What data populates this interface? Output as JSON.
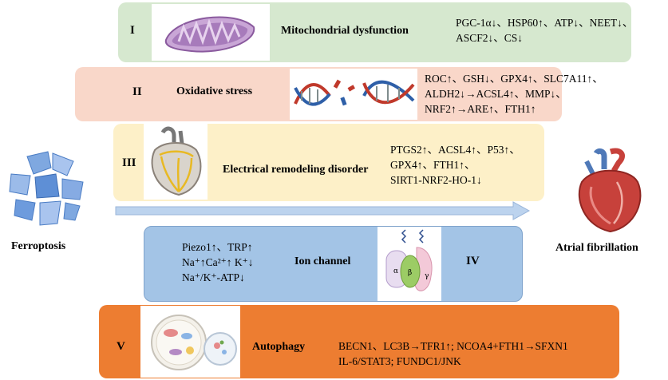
{
  "side_labels": {
    "left": "Ferroptosis",
    "right": "Atrial fibrillation"
  },
  "panels": [
    {
      "numeral": "I",
      "title": "Mitochondrial dysfunction",
      "markers": [
        "PGC-1α↓、HSP60↑、ATP↓、NEET↓、",
        "ASCF2↓、CS↓"
      ],
      "color": "#d6e8cf"
    },
    {
      "numeral": "II",
      "title": "Oxidative stress",
      "markers": [
        "ROC↑、GSH↓、GPX4↑、SLC7A11↑、",
        "ALDH2↓→ACSL4↑、MMP↓、",
        "NRF2↑→ARE↑、FTH1↑"
      ],
      "color": "#f9d7c9"
    },
    {
      "numeral": "III",
      "title": "Electrical remodeling disorder",
      "markers": [
        "PTGS2↑、ACSL4↑、P53↑、",
        "GPX4↑、FTH1↑、",
        "SIRT1-NRF2-HO-1↓"
      ],
      "color": "#fdf0c8"
    },
    {
      "numeral": "IV",
      "title": "Ion channel",
      "markers": [
        "Piezo1↑、TRP↑",
        "Na⁺↑Ca²⁺↑ K⁺↓",
        "Na⁺/K⁺-ATP↓"
      ],
      "color": "#a3c4e6",
      "protein_labels": [
        "α",
        "β",
        "γ"
      ]
    },
    {
      "numeral": "V",
      "title": "Autophagy",
      "markers": [
        "BECN1、LC3B→TFR1↑; NCOA4+FTH1→SFXN1",
        "IL-6/STAT3; FUNDC1/JNK"
      ],
      "color": "#ed7d31"
    }
  ],
  "colors": {
    "arrow": "#bcd3ee",
    "mito": "#b48ac4",
    "heart_red": "#c7413b",
    "heart_blue": "#4f79b8"
  }
}
